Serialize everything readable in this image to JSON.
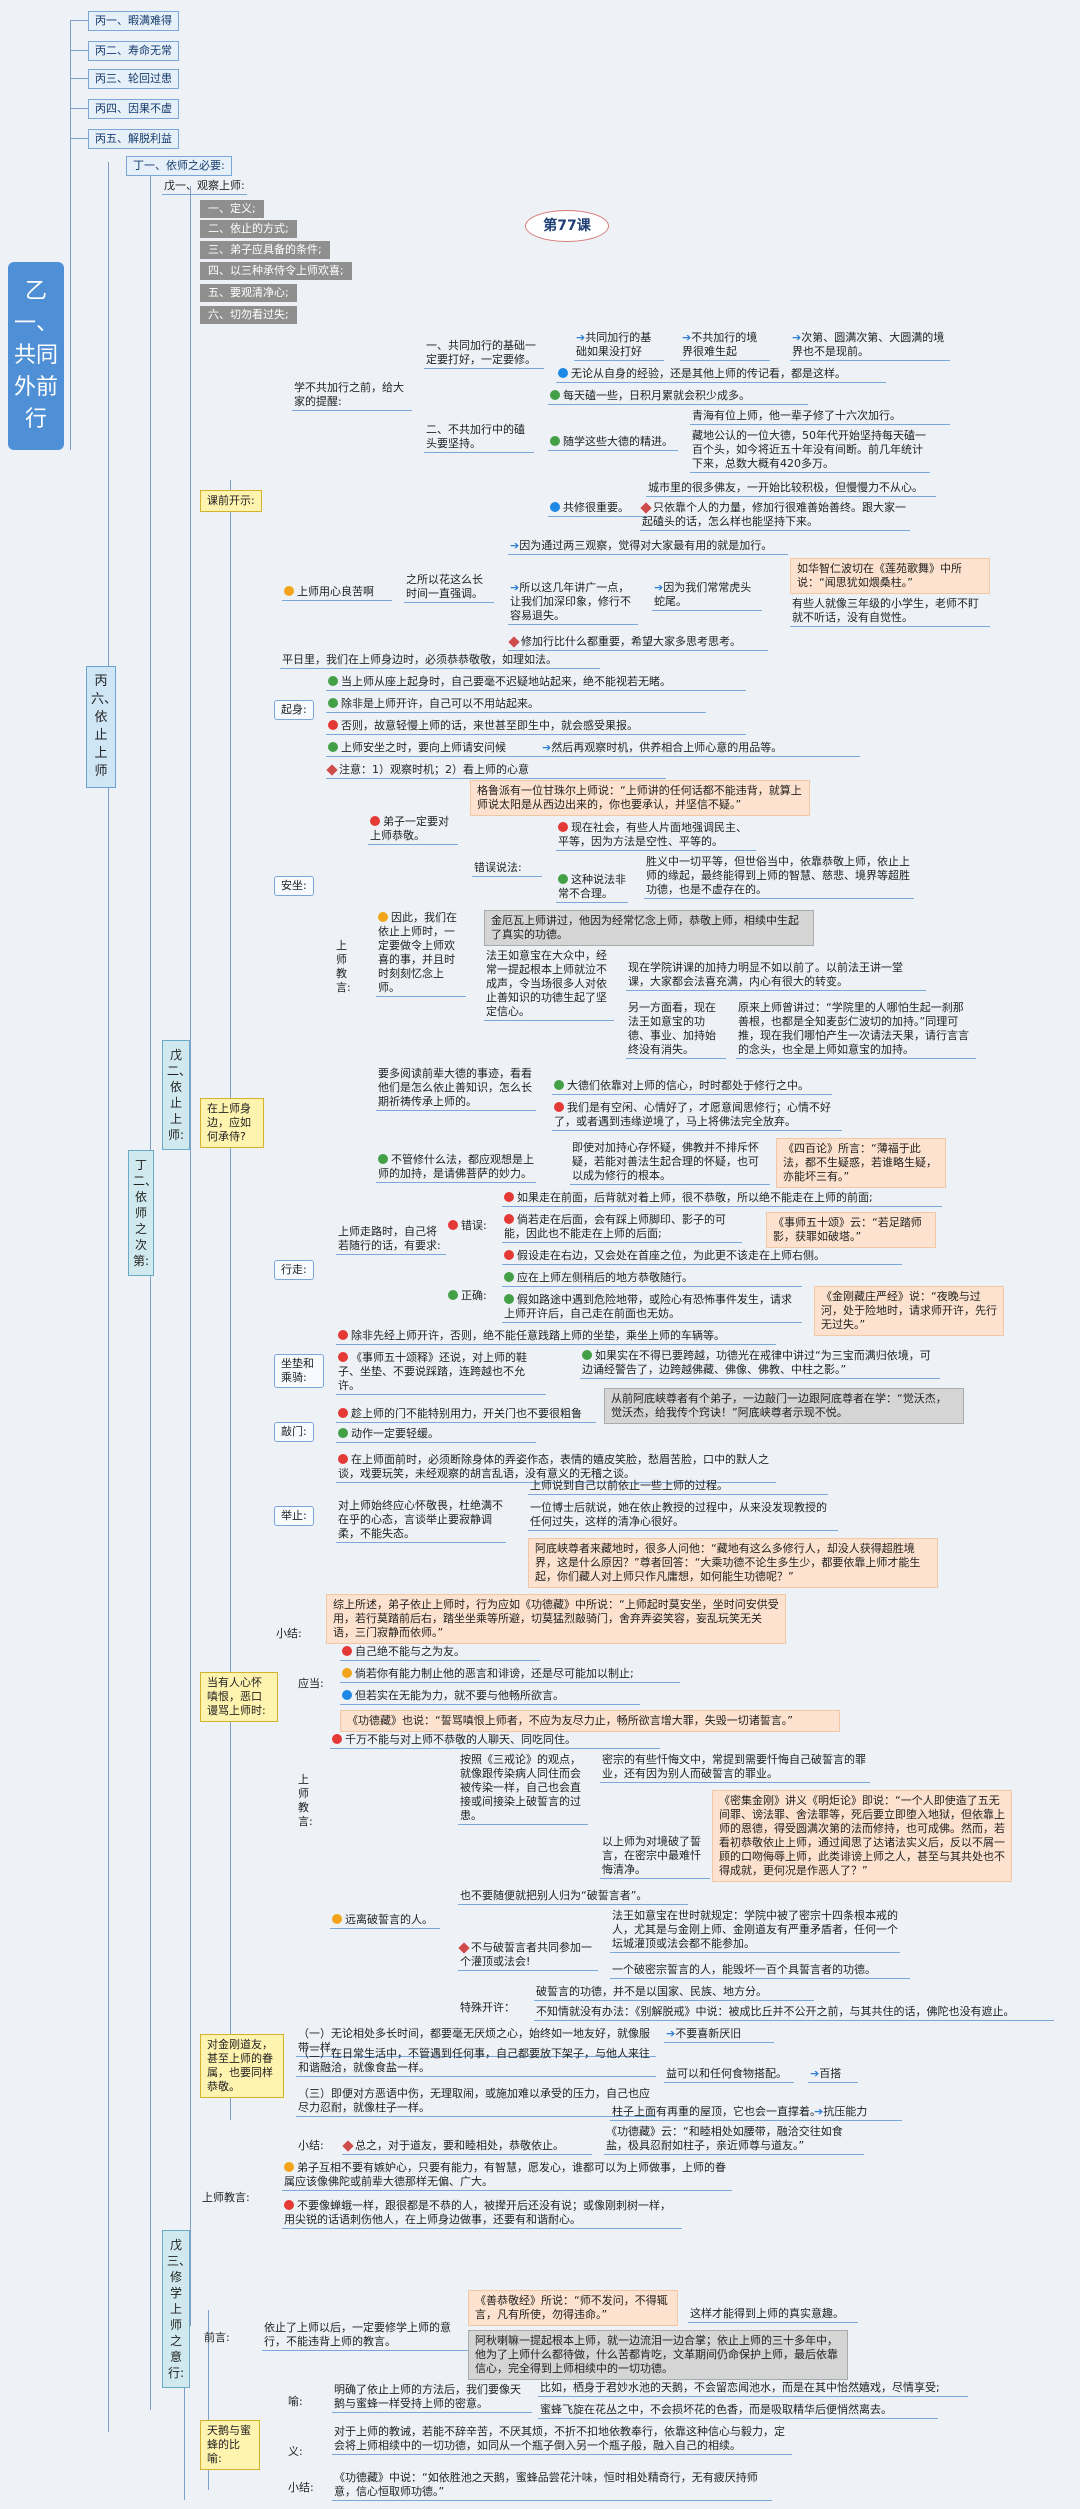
{
  "title": "第77课",
  "root": "乙一、共同外前行",
  "top_items": [
    "丙一、暇满难得",
    "丙二、寿命无常",
    "丙三、轮回过患",
    "丙四、因果不虚",
    "丙五、解脱利益"
  ],
  "bing6": "丙六、依止上师",
  "ding1": "丁一、依师之必要:",
  "ding2": "丁二、依师之次第:",
  "wu1": "戊一、观察上师:",
  "grey_items": [
    "一、定义;",
    "二、依止的方式;",
    "三、弟子应具备的条件;",
    "四、以三种承侍令上师欢喜;",
    "五、要观清净心;",
    "六、切勿看过失;"
  ],
  "wu2": "戊二、依止上师:",
  "wu3": "戊三、修学上师之意行:",
  "intro": {
    "label": "课前开示:",
    "a": "学不共加行之前，给大家的提醒:",
    "a1": "一、共同加行的基础一定要打好，一定要修。",
    "a1a": "共同加行的基础如果没打好",
    "a1b": "不共加行的境界很难生起",
    "a1c": "次第、圆满次第、大圆满的境界也不是现前。",
    "a1d": "无论从自身的经验，还是其他上师的传记看，都是这样。",
    "a2": "二、不共加行中的磕头要坚持。",
    "a2a": "每天磕一些，日积月累就会积少成多。",
    "a2b": "随学这些大德的精进。",
    "a2b1": "青海有位上师，他一辈子修了十六次加行。",
    "a2b2": "藏地公认的一位大德，50年代开始坚持每天磕一百个头，如今将近五十年没有间断。前几年统计下来，总数大概有420多万。",
    "a2c": "共修很重要。",
    "a2c1": "城市里的很多佛友，一开始比较积极，但慢慢力不从心。",
    "a2c2": "只依靠个人的力量，修加行很难善始善终。跟大家一起磕头的话，怎么样也能坚持下来。",
    "b": "上师用心良苦啊",
    "b1": "之所以花这么长时间一直强调。",
    "b1a": "因为通过两三观察，觉得对大家最有用的就是加行。",
    "b1b": "所以这几年讲广一点，让我们加深印象，修行不容易退失。",
    "b1c": "因为我们常常虎头蛇尾。",
    "b1d": "如华智仁波切在《莲苑歌舞》中所说：“闻思犹如煨桑柱。”",
    "b1e": "有些人就像三年级的小学生，老师不盯就不听话，没有自觉性。",
    "b1f": "修加行比什么都重要，希望大家多思考思考。"
  },
  "follow": {
    "label": "在上师身边，应如何承侍?",
    "ping": "平日里，我们在上师身边时，必须恭恭敬敬，如理如法。",
    "qishen": "起身:",
    "qishen1": "当上师从座上起身时，自己要毫不迟疑地站起来，绝不能视若无睹。",
    "qishen2": "除非是上师开许，自己可以不用站起来。",
    "qishen3": "否则，故意轻慢上师的话，来世甚至即生中，就会感受果报。",
    "anzuo": "安坐:",
    "anzuo1": "上师安坐之时，要向上师请安问候",
    "anzuo1a": "然后再观察时机，供养相合上师心意的用品等。",
    "anzuo2": "注意：1）观察时机；2）看上师的心意",
    "teach_label": "上师教言:",
    "t1": "弟子一定要对上师恭敬。",
    "t1a": "格鲁派有一位甘珠尔上师说：“上师讲的任何话都不能违背，就算上师说太阳是从西边出来的，你也要承认，并坚信不疑。”",
    "t1b": "错误说法:",
    "t1b1": "现在社会，有些人片面地强调民主、平等，因为方法是空性、平等的。",
    "t1b2": "这种说法非常不合理。",
    "t1b3": "胜义中一切平等，但世俗当中，依靠恭敬上师，依止上师的缘起，最终能得到上师的智慧、慈悲、境界等超胜功德，也是不虚存在的。",
    "t2": "因此，我们在依止上师时，一定要做令上师欢喜的事，并且时时刻刻忆念上师。",
    "t2a": "金厄瓦上师讲过，他因为经常忆念上师，恭敬上师，相续中生起了真实的功德。",
    "t2b": "法王如意宝在大众中，经常一提起根本上师就泣不成声，令当场很多人对依止善知识的功德生起了坚定信心。",
    "t2b1": "现在学院讲课的加持力明显不如以前了。以前法王讲一堂课，大家都会法喜充满，内心有很大的转变。",
    "t2b2": "另一方面看，现在法王如意宝的功德、事业、加持始终没有消失。",
    "t2b3": "原来上师曾讲过：“学院里的人哪怕生起一刹那善根，也都是全知麦彭仁波切的加持。”同理可推，现在我们哪怕产生一次请法天果，请行言言的念头，也全是上师如意宝的加持。",
    "t3": "要多阅读前辈大德的事迹，看看他们是怎么依止善知识，怎么长期祈祷传承上师的。",
    "t3a": "大德们依靠对上师的信心，时时都处于修行之中。",
    "t3b": "我们是有空闲、心情好了，才愿意闻思修行；心情不好了，或者遇到违缘逆境了，马上将佛法完全放弃。",
    "t4": "不管修什么法，都应观想是上师的加持，是请佛菩萨的妙力。",
    "t4a": "即使对加持心存怀疑，佛教并不排斥怀疑，若能对善法生起合理的怀疑，也可以成为修行的根本。",
    "t4b": "《四百论》所言：“薄福于此法，都不生疑惑，若谁略生疑，亦能坏三有。”",
    "xingzou": "行走:",
    "xz0": "上师走路时，自己将若随行的话，有要求:",
    "xz_wrong": "错误:",
    "xz_w1": "如果走在前面，后背就对着上师，很不恭敬，所以绝不能走在上师的前面;",
    "xz_w2": "倘若走在后面，会有踩上师脚印、影子的可能，因此也不能走在上师的后面;",
    "xz_w2b": "《事师五十颂》云：“若足踏师影，获罪如破塔。”",
    "xz_w3": "假设走在右边，又会处在首座之位，为此更不该走在上师右侧。",
    "xz_right": "正确:",
    "xz_r1": "应在上师左侧稍后的地方恭敬随行。",
    "xz_r2": "假如路途中遇到危险地带，或险心有恐怖事件发生，请求上师开许后，自己走在前面也无妨。",
    "xz_r3": "《金刚藏庄严经》说：“夜晚与过河，处于险地时，请求师开许，先行无过失。”",
    "zuodian": "坐垫和乘骑:",
    "zd1": "除非先经上师开许，否则，绝不能任意践踏上师的坐垫，乘坐上师的车辆等。",
    "zd2": "《事师五十颂释》还说，对上师的鞋子、坐垫、不要说踩踏，连跨越也不允许。",
    "zd3": "如果实在不得已要跨越，功德光在戒律中讲过“为三宝而满归依境，可边诵经警告了，边跨越佛藏、佛像、佛教、中柱之影。”",
    "qiaomen": "敲门:",
    "qm1": "趁上师的门不能特别用力，开关门也不要很粗鲁",
    "qm1a": "从前阿底峡尊者有个弟子，一边敲门一边跟阿底尊者在学：“觉沃杰，觉沃杰，给我传个窍诀！”阿底峡尊者示现不悦。",
    "qm2": "动作一定要轻缓。",
    "juzhi": "举止:",
    "jz1": "在上师面前时，必须断除身体的弄姿作态，表情的嬉皮笑脸，愁眉苦脸，口中的默人之谈，戏要玩笑，未经观察的胡言乱语，没有意义的无稽之谈。",
    "jz2": "对上师始终应心怀敬畏，杜绝满不在乎的心态，言谈举止要寂静调柔，不能失态。",
    "jz2a": "上师说到自己以前依止一些上师的过程。",
    "jz2b": "一位博士后就说，她在依止教授的过程中，从来没发现教授的任何过失，这样的清净心很好。",
    "jz2c": "阿底峡尊者来藏地时，很多人问他：“藏地有这么多修行人，却没人获得超胜境界，这是什么原因？”尊者回答：“大乘功德不论生多生少，都要依靠上师才能生起，你们藏人对上师只作凡庸想，如何能生功德呢？”",
    "xiaojie": "小结:",
    "xj1": "综上所述，弟子依止上师时，行为应如《功德藏》中所说：“上师起时莫安坐，坐时问安供受用，若行莫踏前后右，踏坐坐乘等所避，切莫猛烈敲骑门，舍弃弄姿笑容，妄乱玩笑无关语，三门寂静而依师。”"
  },
  "anger": {
    "label": "当有人心怀嗔恨，恶口谩骂上师时:",
    "yingdang": "应当:",
    "y1": "自己绝不能与之为友。",
    "y2": "倘若你有能力制止他的恶言和诽谤，还是尽可能加以制止;",
    "y3": "但若实在无能为力，就不要与他畅所欲言。",
    "y4": "《功德藏》也说：“誓骂嗔恨上师者，不应为友尽力止，畅所欲言增大罪，失毁一切诸誓言。”",
    "teach_label": "上师教言:",
    "t1": "千万不能与对上师不恭敬的人聊天、同吃同住。",
    "t2": "远离破誓言的人。",
    "t2a": "按照《三戒论》的观点，就像跟传染病人同住而会被传染一样，自己也会直接或间接染上破誓言的过患。",
    "t2a1": "密宗的有些忏悔文中，常提到需要忏悔自己破誓言的罪业，还有因为别人而破誓言的罪业。",
    "t2b": "以上师为对境破了誓言，在密宗中最难忏悔清净。",
    "t2b1": "《密集金刚》讲义《明炬论》即说：“一个人即使造了五无间罪、谤法罪、舍法罪等，死后要立即堕入地狱，但依靠上师的恩德，得受圆满次第的法而修持，也可成佛。然而，若看初恭敬依止上师，通过闻思了达诸法实义后，反以不屑一顾的口吻侮辱上师，此类诽谤上师之人，甚至与其共处也不得成就，更何况是作恶人了？”",
    "t2c": "也不要随便就把别人归为“破誓言者”。",
    "t2d": "不与破誓言者共同参加一个灌顶或法会!",
    "t2d1": "法王如意宝在世时就规定：学院中被了密宗十四条根本戒的人，尤其是与金刚上师、金刚道友有严重矛盾者，任何一个坛城灌顶或法会都不能参加。",
    "t2d2": "一个破密宗誓言的人，能毁坏一百个具誓言者的功德。",
    "t2d3": "特殊开许：",
    "t2d3a": "破誓言的功德，并不是以国家、民族、地方分。",
    "t2d3b": "不知情就没有办法：《别解脱戒》中说：被成比丘并不公开之前，与其共住的话，佛陀也没有遮止。"
  },
  "kong": {
    "label": "对金刚道友，甚至上师的眷属，也要同样恭敬。",
    "k1": "（一）无论相处多长时间，都要毫无厌烦之心，始终如一地友好，就像服带一样。",
    "k1a": "不要喜新厌旧",
    "k2": "（二）在日常生活中，不管遇到任何事，自己都要放下架子，与他人来往和谐融洽，就像食盐一样。",
    "k2a": "益可以和任何食物搭配。",
    "k2b": "百搭",
    "k3": "（三）即便对方恶语中伤，无理取闹，或施加难以承受的压力，自己也应尽力忍耐，就像柱子一样。",
    "k3a": "柱子上面有再重的屋顶，它也会一直撑着。",
    "k3b": "抗压能力",
    "xj": "小结:",
    "xj1": "总之，对于道友，要和睦相处，恭敬依止。",
    "xj2": "《功德藏》云：“和睦相处如腰带，融洽交往如食盐，极具忍耐如柱子，亲近师尊与道友。”"
  },
  "lama": {
    "label": "上师教言:",
    "l1": "弟子互相不要有嫉妒心，只要有能力，有智慧，愿发心，谁都可以为上师做事，上师的眷属应该像佛陀或前辈大德那样无偏、广大。",
    "l2": "不要像蝉蛾一样，跟很都是不恭的人，被撵开后还没有说；或像刚刺树一样，用尖锐的话语刺伤他人，在上师身边做事，还要有和谐耐心。"
  },
  "wu3_content": {
    "qianyan": "前言:",
    "q1": "依止了上师以后，一定要修学上师的意行，不能违背上师的教言。",
    "q1a": "《善恭敬经》所说：“师不发问，不得辄言，凡有所使，勿得违命。”",
    "q1b": "这样才能得到上师的真实意趣。",
    "q1c": "阿秋喇嘛一提起根本上师，就一边流泪一边合掌；依止上师的三十多年中，他为了上师什么都待做，什么苦都肯吃，文革期间仍命保护上师，最后依靠信心，完全得到上师相续中的一切功德。",
    "tz": "天鹅与蜜蜂的比喻:",
    "yu": "喻:",
    "yu1": "明确了依止上师的方法后，我们要像天鹅与蜜蜂一样受持上师的密意。",
    "yu1a": "比如，栖身于君妙水池的天鹅，不会留恋闻池水，而是在其中怡然嬉戏，尽情享受;",
    "yu1b": "蜜蜂飞旋在花丛之中，不会损坏花的色香，而是吸取精华后便悄然离去。",
    "yi": "义:",
    "yi1": "对于上师的教诫，若能不辞辛苦，不厌其烦，不折不扣地依教奉行，依靠这种信心与毅力，定会将上师相续中的一切功德，如同从一个瓶子倒入另一个瓶子般，融入自己的相续。",
    "xj": "小结:",
    "xj1": "《功德藏》中说：“如依胜池之天鹅，蜜蜂品尝花汁味，恒时相处精奇行，无有疲厌持师意，信心恒取师功德。”"
  }
}
